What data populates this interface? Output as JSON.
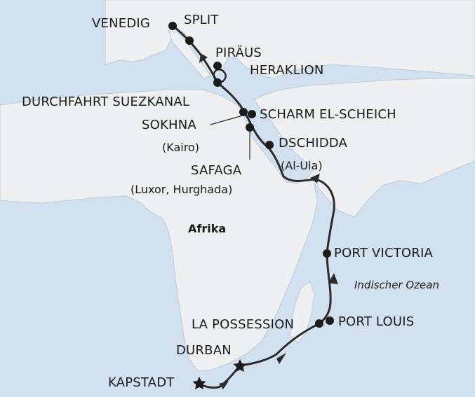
{
  "colors": {
    "sea": "#d2e1ef",
    "land": "#eef0f2",
    "coast": "#bfcbd7",
    "route": "#2b2b2b",
    "text": "#1b1b1b"
  },
  "region_label": "Afrika",
  "ocean_label": "Indischer Ozean",
  "ports": {
    "venedig": "VENEDIG",
    "split": "SPLIT",
    "piraeus": "PIRÄUS",
    "heraklion": "HERAKLION",
    "suez": "DURCHFAHRT SUEZKANAL",
    "sharm": "SCHARM EL-SCHEICH",
    "sokhna": "SOKHNA",
    "sokhna_sub": "(Kairo)",
    "dschidda": "DSCHIDDA",
    "dschidda_sub": "(Al-Ula)",
    "safaga": "SAFAGA",
    "safaga_sub": "(Luxor, Hurghada)",
    "port_victoria": "PORT VICTORIA",
    "la_possession": "LA POSSESSION",
    "port_louis": "PORT LOUIS",
    "durban": "DURBAN",
    "kapstadt": "KAPSTADT"
  },
  "icons": {
    "port_marker": "filled-circle",
    "start_end_marker": "star",
    "direction": "arrowhead"
  }
}
